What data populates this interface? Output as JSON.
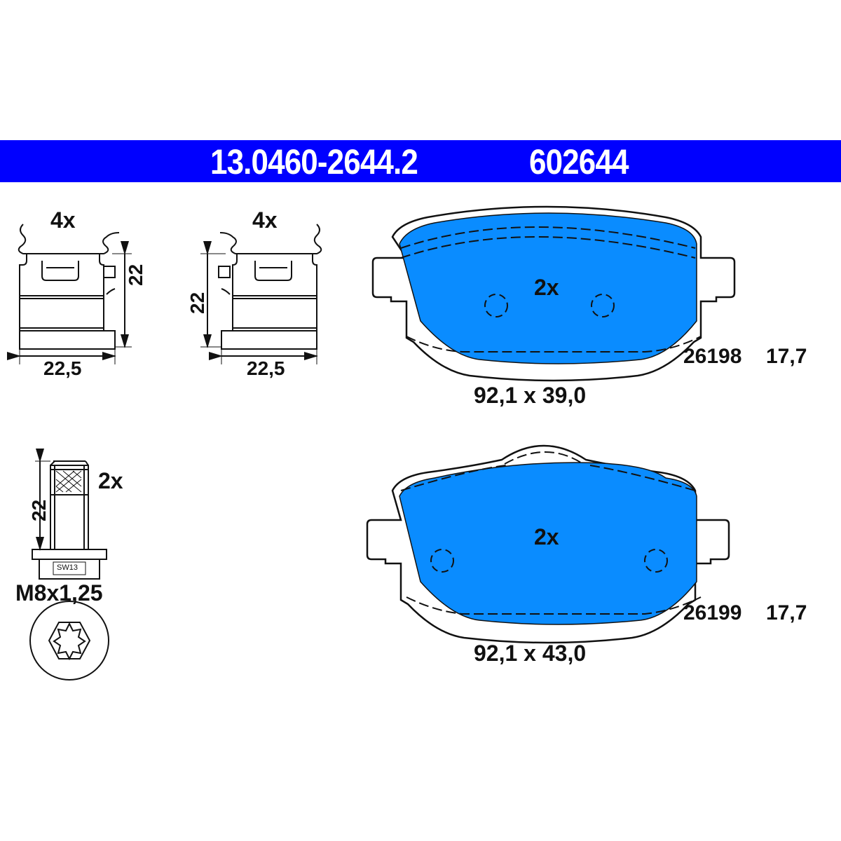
{
  "header": {
    "part_number": "13.0460-2644.2",
    "reference_number": "602644",
    "background_color": "#0000ff",
    "text_color": "#ffffff"
  },
  "accessories": {
    "clip_left": {
      "quantity": "4x",
      "height": "22",
      "width": "22,5"
    },
    "clip_right": {
      "quantity": "4x",
      "height": "22",
      "width": "22,5"
    },
    "bolt": {
      "quantity": "2x",
      "length": "22",
      "wrench_size": "SW13",
      "thread": "M8x1,25",
      "head_type": "torx-hex"
    }
  },
  "pads": [
    {
      "quantity": "2x",
      "wva_number": "26198",
      "thickness": "17,7",
      "dimensions": "92,1 x 39,0",
      "fill_color": "#0a8cff"
    },
    {
      "quantity": "2x",
      "wva_number": "26199",
      "thickness": "17,7",
      "dimensions": "92,1 x 43,0",
      "fill_color": "#0a8cff"
    }
  ]
}
